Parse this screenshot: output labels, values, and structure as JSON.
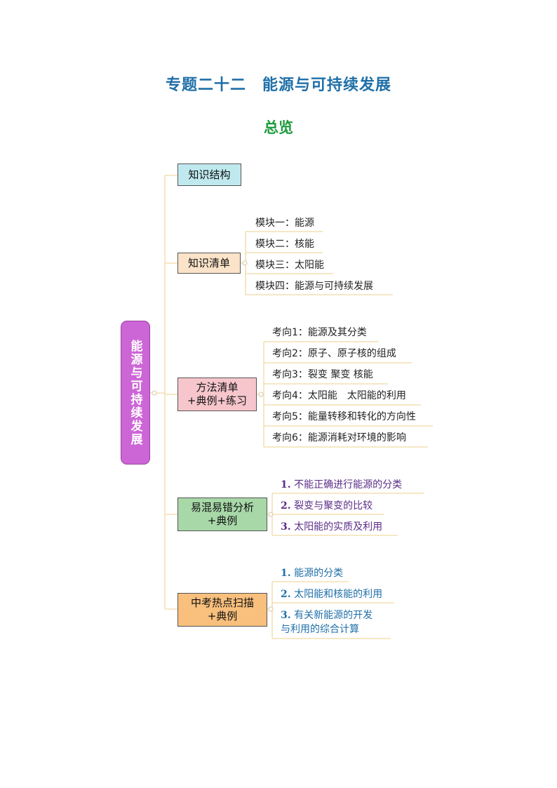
{
  "title": "专题二十二　能源与可持续发展",
  "subtitle": "总览",
  "root": {
    "label": "能源与可持续发展",
    "color": "#cc66d6"
  },
  "branches": [
    {
      "label": "知识结构",
      "color": "#bfe9ef",
      "items": []
    },
    {
      "label": "知识清单",
      "color": "#fbe3c9",
      "items": [
        "模块一：能源",
        "模块二：核能",
        "模块三：太阳能",
        "模块四：能源与可持续发展"
      ]
    },
    {
      "label": "方法清单\n+典例+练习",
      "color": "#f6c6cc",
      "items": [
        "考向1：能源及其分类",
        "考向2：原子、原子核的组成",
        "考向3：裂变  聚变  核能",
        "考向4：太阳能　太阳能的利用",
        "考向5：能量转移和转化的方向性",
        "考向6：能源消耗对环境的影响"
      ]
    },
    {
      "label": "易混易错分析\n+典例",
      "color": "#a8d8a8",
      "items": [
        {
          "num": "1.",
          "text": "不能正确进行能源的分类"
        },
        {
          "num": "2.",
          "text": "裂变与聚变的比较"
        },
        {
          "num": "3.",
          "text": "太阳能的实质及利用"
        }
      ]
    },
    {
      "label": "中考热点扫描\n+典例",
      "color": "#f8bf7d",
      "items": [
        {
          "num": "1.",
          "text": "能源的分类"
        },
        {
          "num": "2.",
          "text": "太阳能和核能的利用"
        },
        {
          "num": "3.",
          "text": "有关新能源的开发",
          "text2": "与利用的综合计算"
        }
      ]
    }
  ]
}
